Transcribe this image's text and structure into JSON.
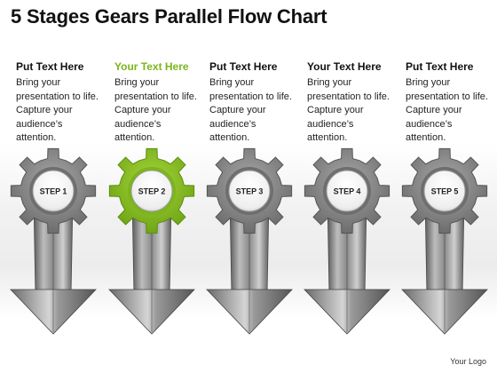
{
  "title": "5 Stages Gears Parallel Flow Chart",
  "accent_color": "#8cc21f",
  "gear_color": "#8c8c8c",
  "stages": [
    {
      "heading": "Put Text Here",
      "body": "Bring your presentation to life. Capture your audience’s attention.",
      "label": "STEP 1",
      "highlight": false
    },
    {
      "heading": "Your Text Here",
      "body": "Bring your presentation to life. Capture your audience’s attention.",
      "label": "STEP 2",
      "highlight": true
    },
    {
      "heading": "Put Text Here",
      "body": "Bring your presentation to life. Capture your audience’s attention.",
      "label": "STEP 3",
      "highlight": false
    },
    {
      "heading": "Your Text Here",
      "body": "Bring your presentation to life. Capture your audience’s attention.",
      "label": "STEP 4",
      "highlight": false
    },
    {
      "heading": "Put Text Here",
      "body": "Bring your presentation to life. Capture your audience’s attention.",
      "label": "STEP 5",
      "highlight": false
    }
  ],
  "logo_text": "Your Logo"
}
